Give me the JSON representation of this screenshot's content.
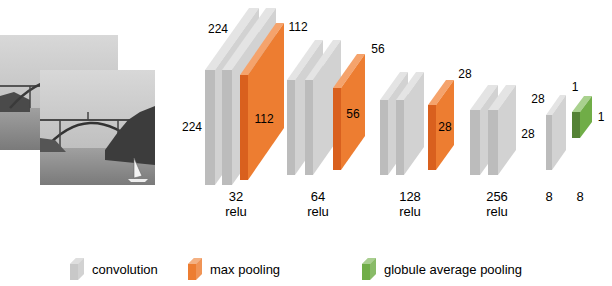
{
  "diagram": {
    "labels": [
      "224",
      "224",
      "112",
      "112",
      "56",
      "56",
      "28",
      "28",
      "28",
      "28",
      "1",
      "1",
      "32 relu",
      "64 relu",
      "128 relu",
      "256 relu",
      "8",
      "8"
    ],
    "legend": [
      {
        "text": "convolution",
        "color": "#c8c8c8"
      },
      {
        "text": "max pooling",
        "color": "#ed7d31"
      },
      {
        "text": "globule average pooling",
        "color": "#70ad47"
      }
    ]
  }
}
